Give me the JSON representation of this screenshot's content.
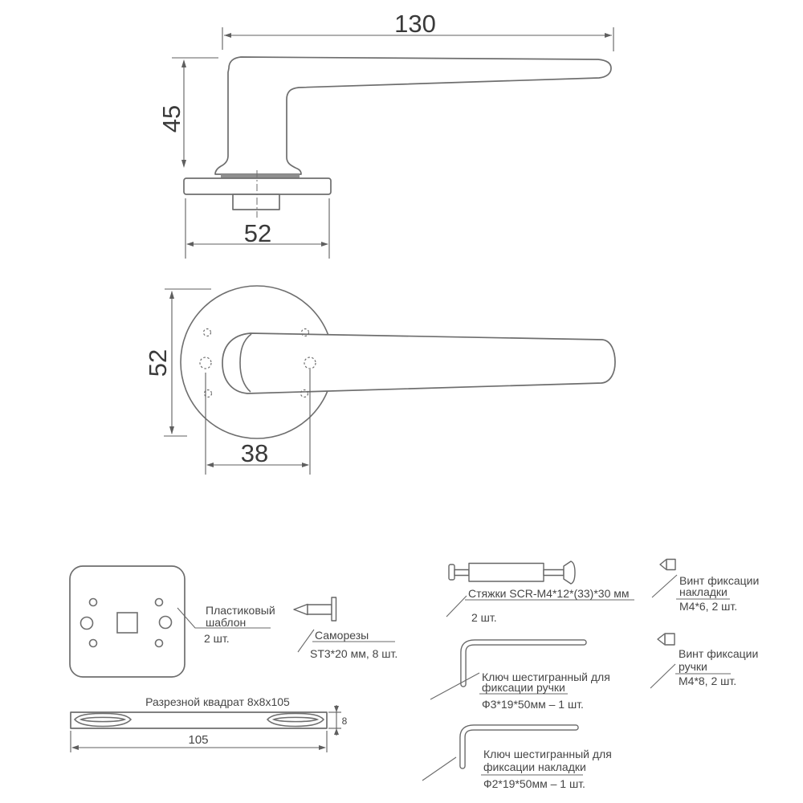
{
  "page": {
    "background": "#ffffff",
    "line_color": "#6e6e6e",
    "text_color": "#3e3e3e"
  },
  "side_view": {
    "width_label": "130",
    "height_label": "45",
    "base_label": "52"
  },
  "front_view": {
    "diameter_label": "52",
    "holes_label": "38"
  },
  "parts": {
    "template": {
      "line1": "Пластиковый",
      "line2": "шаблон",
      "qty": "2 шт."
    },
    "screws": {
      "name": "Саморезы",
      "spec": "ST3*20 мм, 8 шт."
    },
    "spindle": {
      "title": "Разрезной квадрат 8x8x105",
      "length_label": "105",
      "size_label": "8"
    },
    "bolts": {
      "name": "Стяжки SCR-M4*12*(33)*30 мм",
      "qty": "2 шт."
    },
    "hex_key_handle": {
      "line1": "Ключ шестигранный для",
      "line2": "фиксации ручки",
      "spec": "Ф3*19*50мм – 1 шт."
    },
    "hex_key_plate": {
      "line1": "Ключ шестигранный для",
      "line2": "фиксации накладки",
      "spec": "Ф2*19*50мм – 1 шт."
    },
    "plate_screw": {
      "line1": "Винт фиксации",
      "line2": "накладки",
      "spec": "M4*6, 2 шт."
    },
    "handle_screw": {
      "line1": "Винт фиксации",
      "line2": "ручки",
      "spec": "M4*8, 2 шт."
    }
  }
}
